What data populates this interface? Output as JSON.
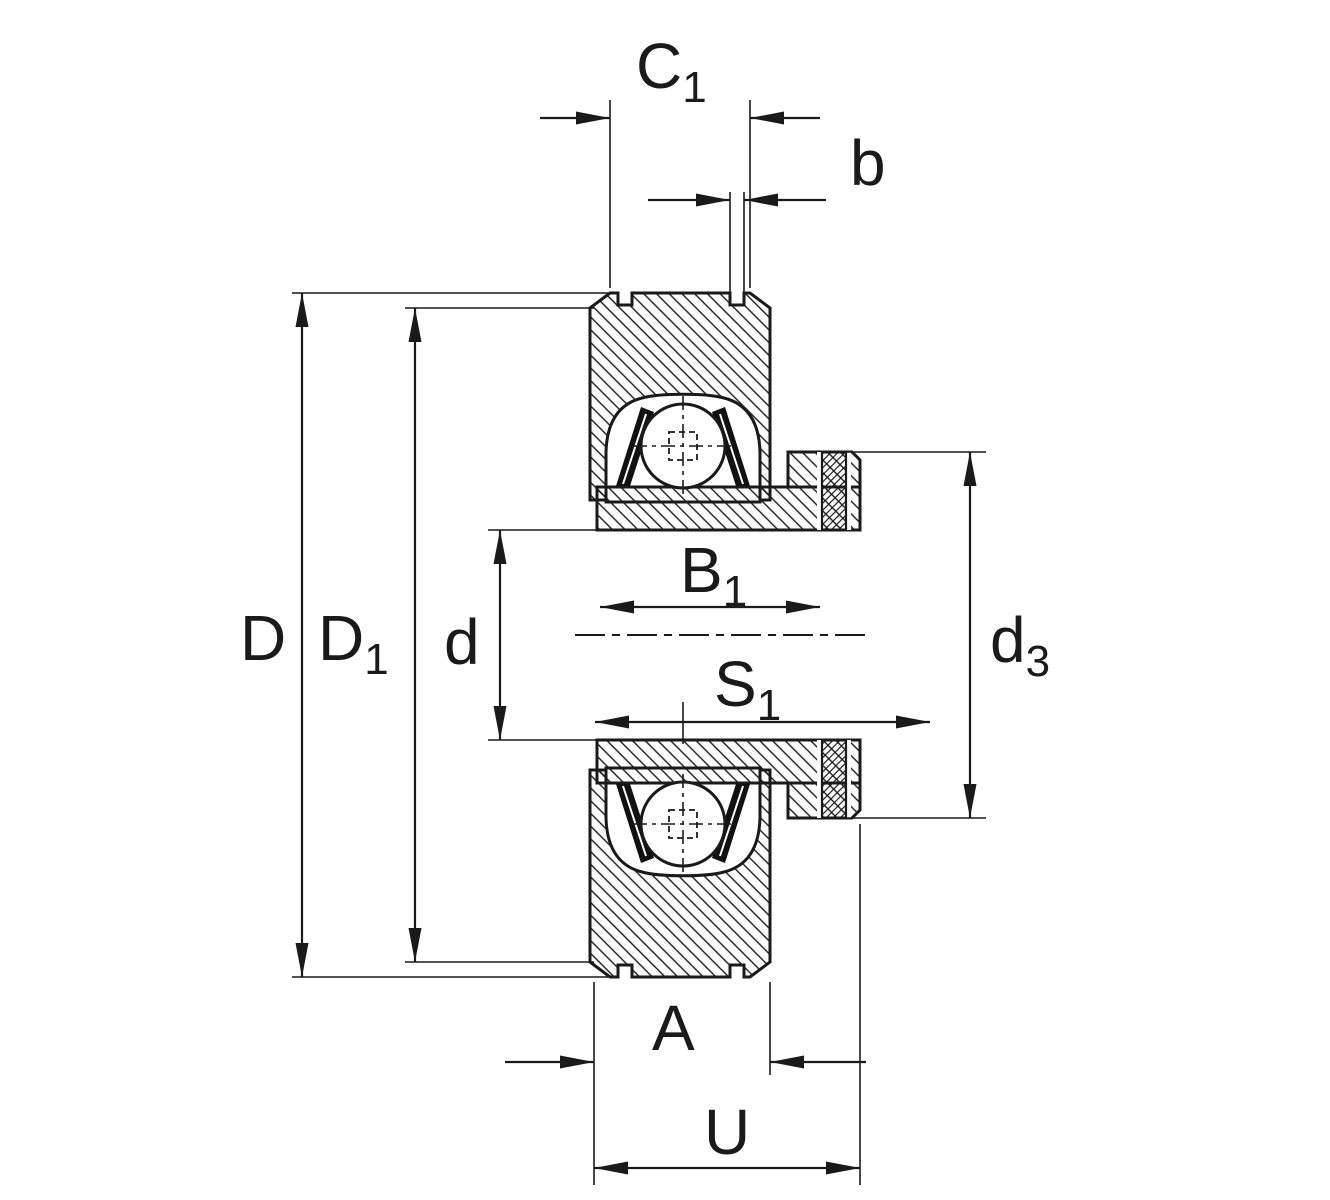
{
  "drawing": {
    "background": "#ffffff",
    "ink": "#1a1a1a",
    "description_labels": {
      "c1": {
        "base": "C",
        "sub": "1"
      },
      "b": {
        "base": "b",
        "sub": ""
      },
      "D": {
        "base": "D",
        "sub": ""
      },
      "D1": {
        "base": "D",
        "sub": "1"
      },
      "d": {
        "base": "d",
        "sub": ""
      },
      "B1": {
        "base": "B",
        "sub": "1"
      },
      "S1": {
        "base": "S",
        "sub": "1"
      },
      "d3": {
        "base": "d",
        "sub": "3"
      },
      "A": {
        "base": "A",
        "sub": ""
      },
      "U": {
        "base": "U",
        "sub": ""
      }
    }
  }
}
